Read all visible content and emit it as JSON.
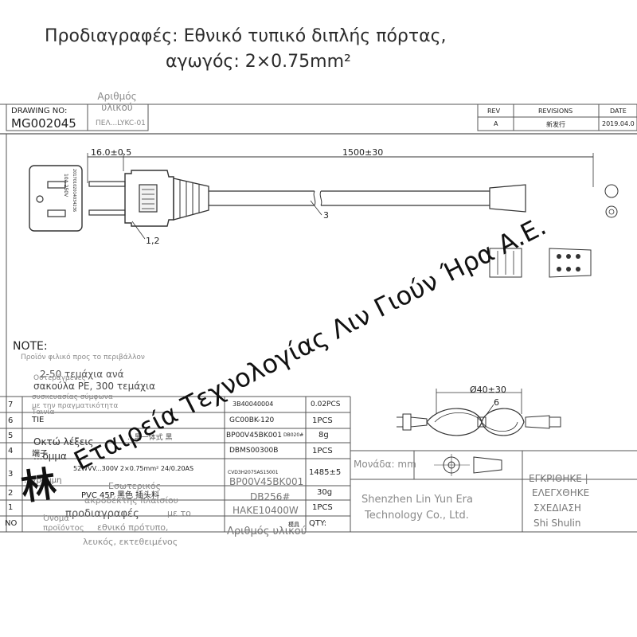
{
  "title": {
    "line1": "Προδιαγραφές: Εθνικό τυπικό διπλής πόρτας,",
    "line2": "αγωγός: 2×0.75mm²"
  },
  "header": {
    "drawing_no_label": "DRAWING NO:",
    "drawing_no": "MG002045",
    "part_no_overlay": "Αριθμός υλικού",
    "part_no_suffix": "ΠΕΛ...LYKC-01",
    "rev_label": "REV",
    "revisions_label": "REVISIONS",
    "date_label": "DATE",
    "rev_value": "A",
    "revision_value": "新发行",
    "date_value": "2019.04.0"
  },
  "drawing": {
    "dim_pin": "16.0±0.5",
    "dim_length": "1500±30",
    "callout_12": "1,2",
    "callout_3": "3",
    "plug_text_1": "10A 250V",
    "plug_text_2": "20170102014034236",
    "loop_dim": "Ø40±30",
    "callout_6": "6"
  },
  "note": {
    "label": "NOTE:",
    "overlay_1": "Προϊόν φιλικό προς το περιβάλλον",
    "overlay_2": "2-50 τεμάχια ανά",
    "overlay_3": "σακούλα PE, 300 τεμάχια",
    "overlay_4": "Οστεράγμενες",
    "overlay_5": "συσκευασίας σύμφωνα",
    "overlay_6": "με την πραγματικότητα",
    "overlay_7": "Ταινία",
    "overlay_8": "Οκτώ λέξεις",
    "overlay_9": "...ομμα",
    "overlay_10": "...γραμμη",
    "overlay_11": "Όνομα",
    "overlay_12": "προϊόντος"
  },
  "bom": {
    "rows": [
      {
        "no": "7",
        "desc": "",
        "code": "3B40040004",
        "extra": "",
        "qty": "0.02PCS"
      },
      {
        "no": "6",
        "desc": "TIE",
        "code": "GC00BK-120",
        "extra": "",
        "qty": "1PCS"
      },
      {
        "no": "5",
        "desc": "...黑一体式  黑",
        "code": "BP00V45BK001",
        "extra": "DB020#",
        "qty": "8g"
      },
      {
        "no": "4",
        "desc": "端子",
        "code": "DBMS00300B",
        "extra": "",
        "qty": "1PCS"
      },
      {
        "no": "3",
        "desc": "52WVV...300V 2×0.75mm² 24/0.20AS",
        "code": "CVD3H2075AS15001",
        "extra": "",
        "qty": "1485±5"
      },
      {
        "no": "2",
        "desc": "PVC 45P 黑色 插头料",
        "code": "BP00V45BK001",
        "extra": "DB256#",
        "qty": "30g"
      },
      {
        "no": "1",
        "desc": "",
        "code": "HAKE10400W",
        "extra": "",
        "qty": "1PCS"
      }
    ],
    "footer_no": "NO",
    "footer_qty": "QTY:",
    "footer_model": "模具",
    "overlay_part_no": "Αριθμός υλικού",
    "overlay_unit": "Μονάδα: mm",
    "overlay_mat1": "Εσωτερικός",
    "overlay_mat2": "ακροδέκτης πλαισίου",
    "overlay_mat3": "με το",
    "overlay_mat4": "προδιαγραφές",
    "overlay_mat5": "εθνικό πρότυπο,",
    "overlay_mat6": "λευκός, εκτεθειμένος"
  },
  "company": {
    "name_en_1": "Shenzhen Lin Yun Era",
    "name_en_2": "Technology Co., Ltd.",
    "approved": "ΕΓΚΡΙΘΗΚΕ |",
    "checked": "ΕΛΕΓΧΘΗΚΕ",
    "designed": "ΣΧΕΔΙΑΣΗ",
    "designer": "Shi Shulin"
  },
  "watermark": {
    "text": "Εταιρεία Τεχνολογίας Λιν Γιούν Ήρα Α.Ε.",
    "seal_char": "林"
  },
  "colors": {
    "line": "#333333",
    "frame": "#555555",
    "overlay_text": "#8a8a8a"
  }
}
